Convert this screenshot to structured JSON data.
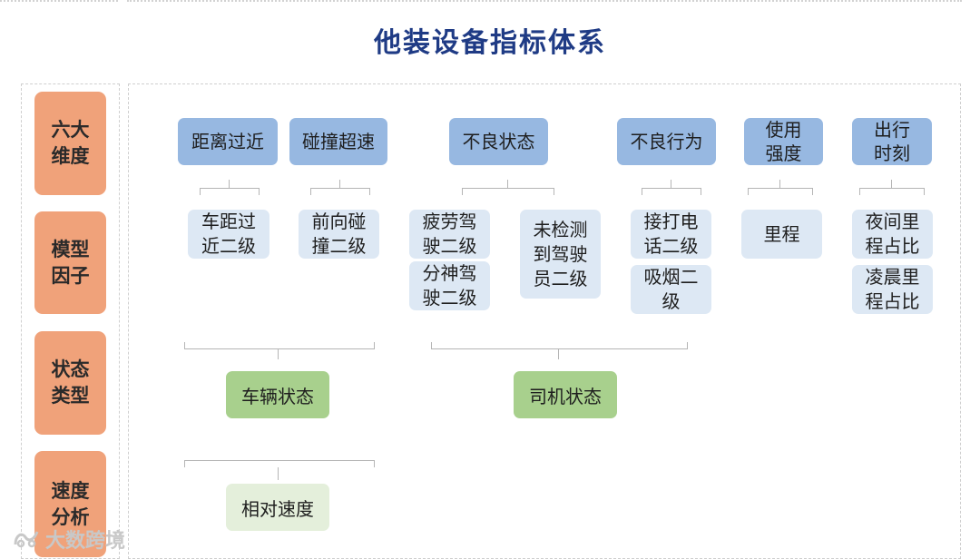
{
  "title": "他装设备指标体系",
  "dimensions_column": [
    {
      "label": "六大\n维度"
    },
    {
      "label": "模型\n因子"
    },
    {
      "label": "状态\n类型"
    },
    {
      "label": "速度\n分析"
    }
  ],
  "six_dimensions": [
    {
      "label": "距离过近"
    },
    {
      "label": "碰撞超速"
    },
    {
      "label": "不良状态"
    },
    {
      "label": "不良行为"
    },
    {
      "label": "使用\n强度"
    },
    {
      "label": "出行\n时刻"
    }
  ],
  "model_factors": [
    {
      "label": "车距过\n近二级"
    },
    {
      "label": "前向碰\n撞二级"
    },
    {
      "label": "疲劳驾\n驶二级"
    },
    {
      "label": "分神驾\n驶二级"
    },
    {
      "label": "未检测\n到驾驶\n员二级"
    },
    {
      "label": "接打电\n话二级"
    },
    {
      "label": "吸烟二\n级"
    },
    {
      "label": "里程"
    },
    {
      "label": "夜间里\n程占比"
    },
    {
      "label": "凌晨里\n程占比"
    }
  ],
  "state_types": [
    {
      "label": "车辆状态"
    },
    {
      "label": "司机状态"
    }
  ],
  "speed_analysis": [
    {
      "label": "相对速度"
    }
  ],
  "watermark": {
    "text": "大数跨境"
  },
  "colors": {
    "title": "#1f3b85",
    "dimension_box": "#f0a27a",
    "six_dimension_box": "#97b8e1",
    "factor_box": "#dde8f4",
    "state_box": "#a8d08d",
    "speed_box": "#e4efdb"
  }
}
